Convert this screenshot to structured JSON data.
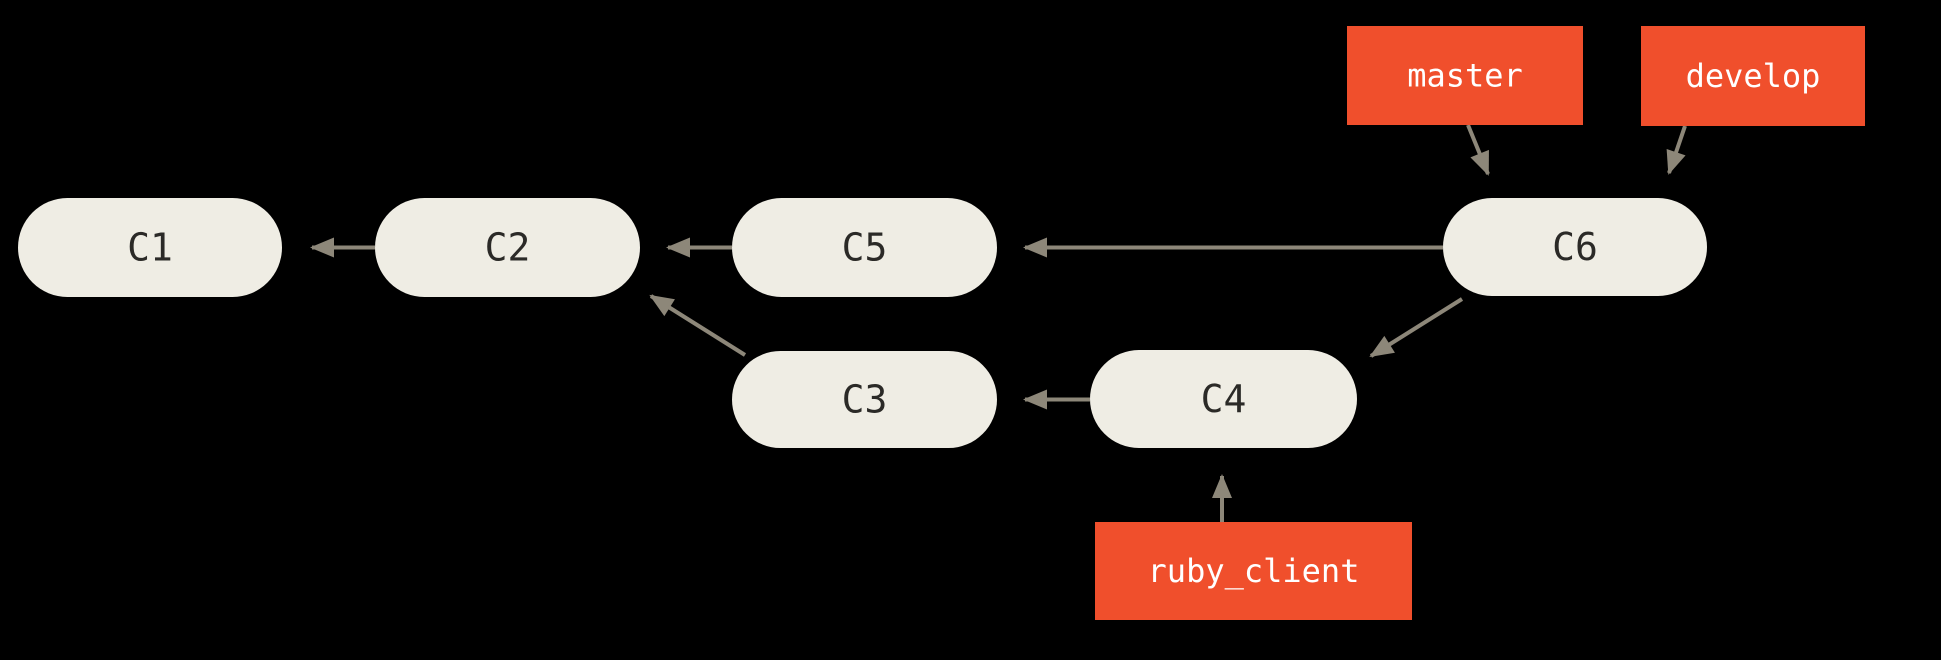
{
  "diagram": {
    "kind": "git-commit-history",
    "nodes": [
      {
        "id": "C1",
        "label": "C1"
      },
      {
        "id": "C2",
        "label": "C2"
      },
      {
        "id": "C5",
        "label": "C5"
      },
      {
        "id": "C6",
        "label": "C6"
      },
      {
        "id": "C3",
        "label": "C3"
      },
      {
        "id": "C4",
        "label": "C4"
      }
    ],
    "branches": [
      {
        "id": "master",
        "label": "master"
      },
      {
        "id": "develop",
        "label": "develop"
      },
      {
        "id": "ruby_client",
        "label": "ruby_client"
      }
    ],
    "edges": [
      {
        "from": "C2",
        "to": "C1"
      },
      {
        "from": "C5",
        "to": "C2"
      },
      {
        "from": "C6",
        "to": "C5"
      },
      {
        "from": "C3",
        "to": "C2"
      },
      {
        "from": "C4",
        "to": "C3"
      },
      {
        "from": "C6",
        "to": "C4"
      },
      {
        "from": "master",
        "to": "C6"
      },
      {
        "from": "develop",
        "to": "C6"
      },
      {
        "from": "ruby_client",
        "to": "C4"
      }
    ],
    "colors": {
      "background": "#000000",
      "node_fill": "#EFEDE4",
      "node_text": "#2B2A27",
      "branch_fill": "#F04F2C",
      "branch_text": "#FFFFFF",
      "arrow": "#8D8779"
    }
  }
}
